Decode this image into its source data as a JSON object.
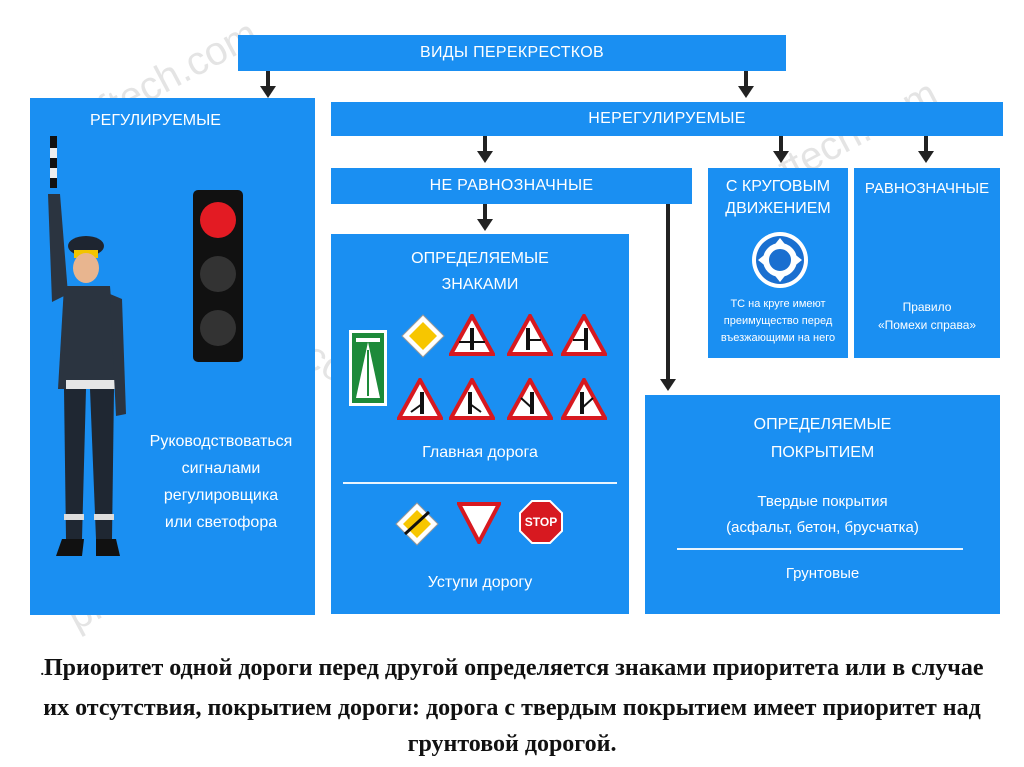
{
  "headers": {
    "top": "ВИДЫ ПЕРЕКРЕСТКОВ",
    "regulated": "РЕГУЛИРУЕМЫЕ",
    "unregulated": "НЕРЕГУЛИРУЕМЫЕ",
    "not_equal": "НЕ РАВНОЗНАЧНЫЕ",
    "equal": "РАВНОЗНАЧНЫЕ"
  },
  "regulated": {
    "text_lines": [
      "Руководствоваться",
      "сигналами",
      "регулировщика",
      "или светофора"
    ]
  },
  "signs_box": {
    "title_lines": [
      "ОПРЕДЕЛЯЕМЫЕ",
      "ЗНАКАМИ"
    ],
    "main_road_label": "Главная дорога",
    "yield_label": "Уступи дорогу",
    "stop_text": "STOP"
  },
  "roundabout": {
    "title_lines": [
      "С КРУГОВЫМ",
      "ДВИЖЕНИЕМ"
    ],
    "text_lines": [
      "ТС на круге имеют",
      "преимущество перед",
      "въезжающими на него"
    ]
  },
  "equal_box": {
    "text_lines": [
      "Правило",
      "«Помехи справа»"
    ]
  },
  "surface_box": {
    "title_lines": [
      "ОПРЕДЕЛЯЕМЫЕ",
      "ПОКРЫТИЕМ"
    ],
    "hard_lines": [
      "Твердые покрытия",
      "(асфальт, бетон, брусчатка)"
    ],
    "dirt": "Грунтовые"
  },
  "watermark": "proftech.com",
  "caption": {
    "dot": ".",
    "text": "Приоритет одной дороги перед другой определяется знаками приоритета или в случае их отсутствия, покрытием дороги: дорога с твердым покрытием имеет приоритет над грунтовой дорогой."
  },
  "colors": {
    "box_blue": "#1a8ff2",
    "arrow": "#222222",
    "sign_red": "#d71920",
    "sign_yellow": "#f7c600",
    "sign_green": "#1d8a3a"
  }
}
